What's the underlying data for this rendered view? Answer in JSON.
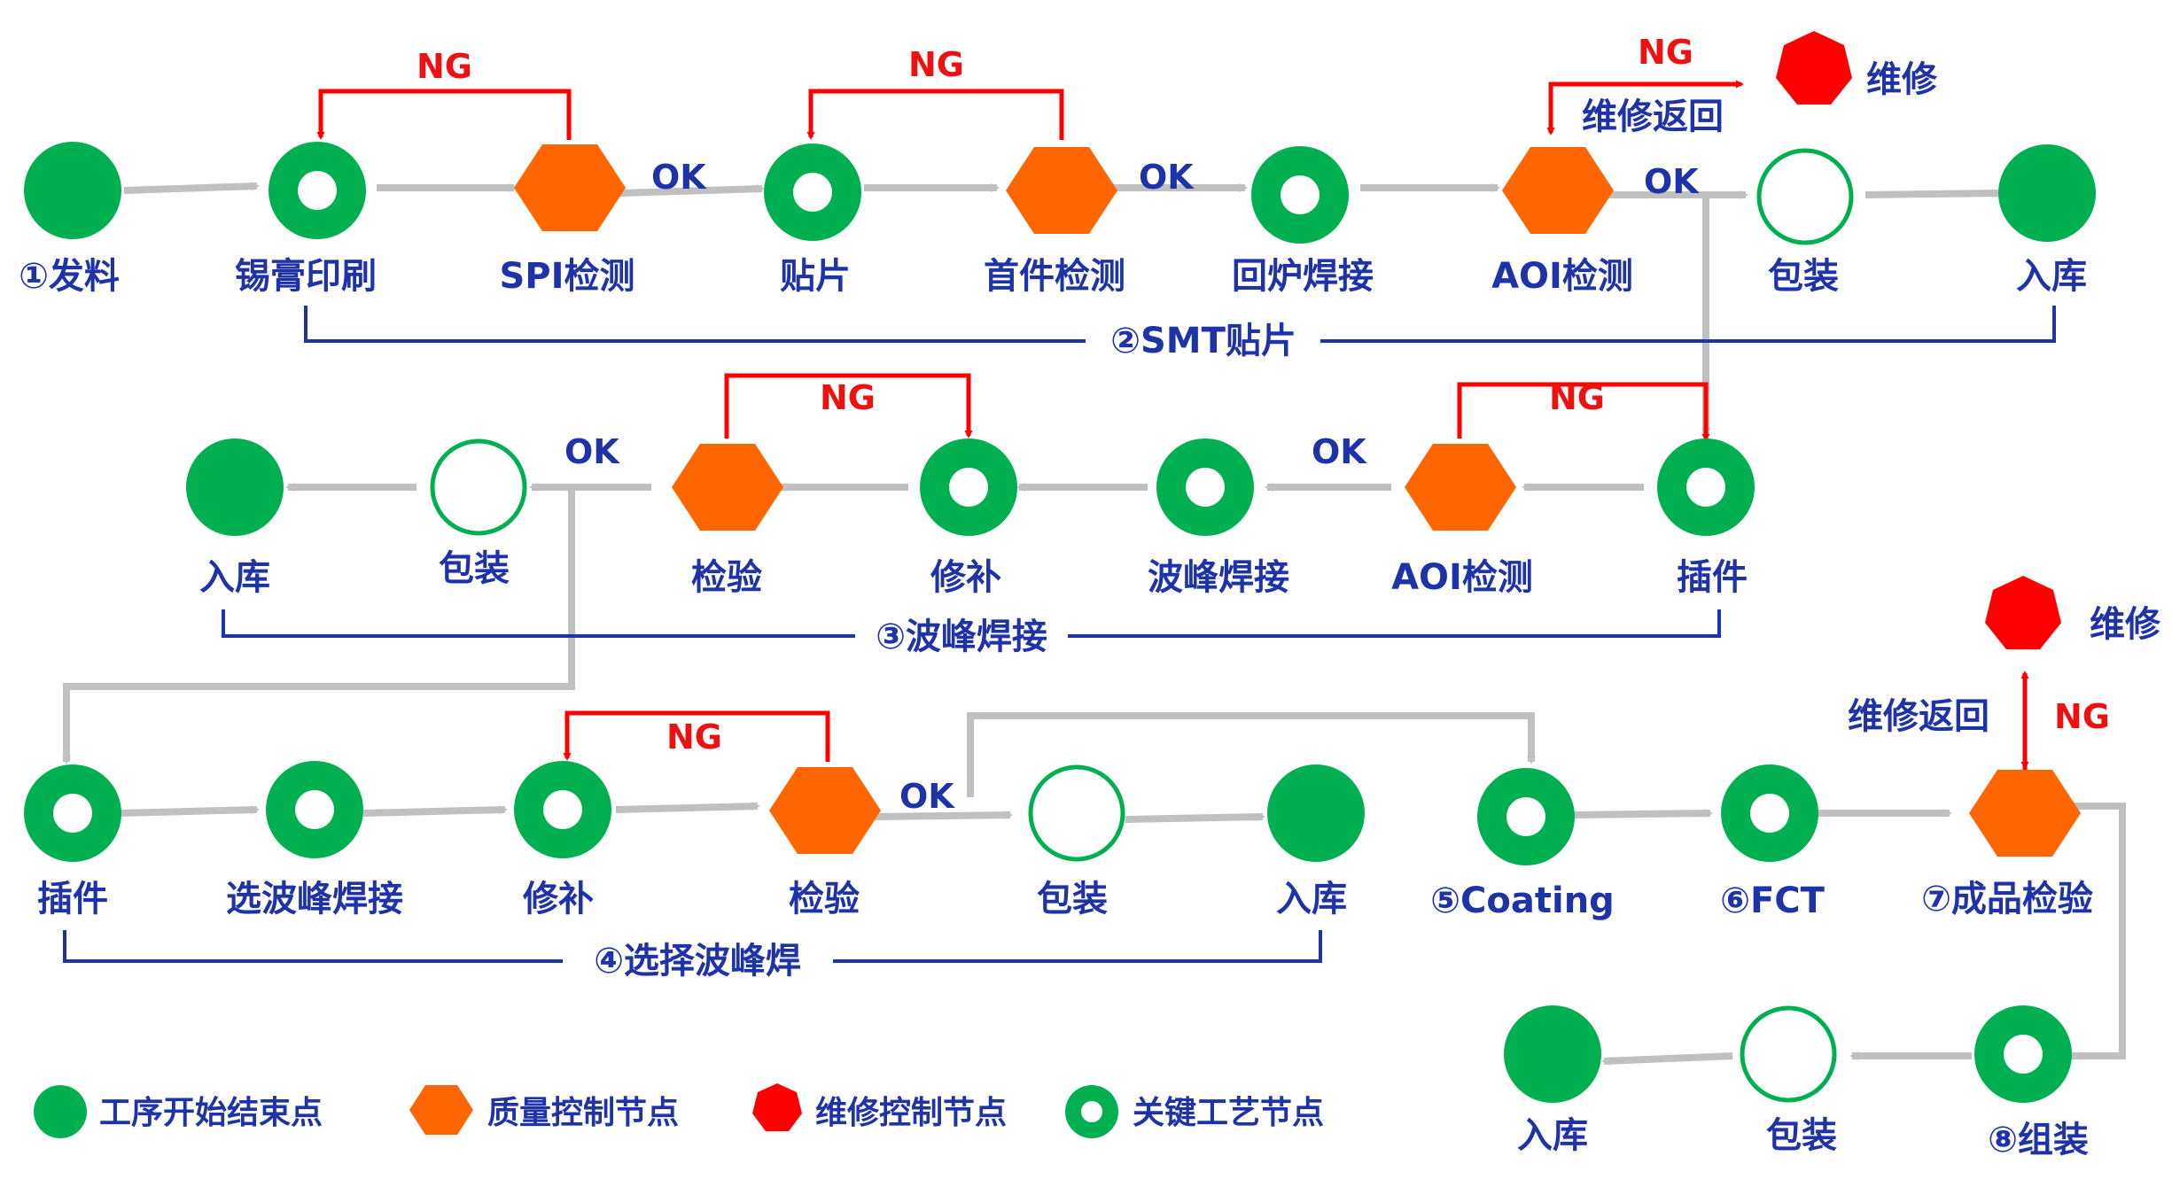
{
  "colors": {
    "green": "#00b050",
    "orange": "#ff6600",
    "red": "#ff0000",
    "flow_arrow": "#c0c0c0",
    "ng_arrow": "#ff0000",
    "bracket": "#1f33a8",
    "text": "#1f33a8"
  },
  "shapes": {
    "start_end": "solid-circle",
    "quality_control": "hexagon",
    "repair_control": "heptagon",
    "key_process": "ring",
    "packing": "hollow-circle"
  },
  "section1": {
    "title": "②SMT贴片",
    "nodes": {
      "n1": "①发料",
      "n2": "锡膏印刷",
      "n3": "SPI检测",
      "n4": "贴片",
      "n5": "首件检测",
      "n6": "回炉焊接",
      "n7": "AOI检测",
      "n8": "包装",
      "n9": "入库"
    },
    "repair": "维修",
    "repair_return": "维修返回"
  },
  "section2": {
    "title": "③波峰焊接",
    "nodes": {
      "n1": "插件",
      "n2": "AOI检测",
      "n3": "波峰焊接",
      "n4": "修补",
      "n5": "检验",
      "n6": "包装",
      "n7": "入库"
    }
  },
  "section3": {
    "title": "④选择波峰焊",
    "nodes": {
      "n1": "插件",
      "n2": "选波峰焊接",
      "n3": "修补",
      "n4": "检验",
      "n5": "包装",
      "n6": "入库"
    }
  },
  "section4": {
    "nodes": {
      "n1": "⑤Coating",
      "n2": "⑥FCT",
      "n3": "⑦成品检验",
      "n4": "⑧组装",
      "n5": "包装",
      "n6": "入库"
    },
    "repair": "维修",
    "repair_return": "维修返回"
  },
  "flow": {
    "ok": "OK",
    "ng": "NG"
  },
  "legend": {
    "start_end": "工序开始结束点",
    "quality": "质量控制节点",
    "repair": "维修控制节点",
    "key": "关键工艺节点"
  }
}
